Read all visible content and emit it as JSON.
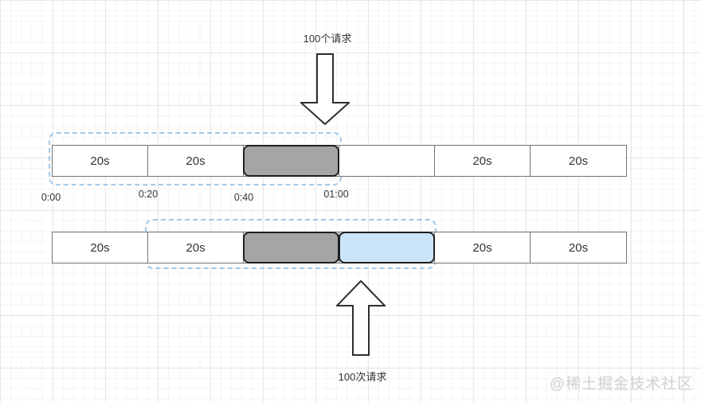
{
  "diagram": {
    "top_annotation": "100个请求",
    "bottom_annotation": "100次请求",
    "axis_ticks": [
      "0:00",
      "0:20",
      "0:40",
      "01:00"
    ],
    "bar_top": {
      "segments": [
        {
          "label": "20s",
          "variant": "plain"
        },
        {
          "label": "20s",
          "variant": "plain"
        },
        {
          "label": "",
          "variant": "gray-filled"
        },
        {
          "label": "",
          "variant": "plain"
        },
        {
          "label": "20s",
          "variant": "plain"
        },
        {
          "label": "20s",
          "variant": "plain"
        }
      ]
    },
    "bar_bottom": {
      "segments": [
        {
          "label": "20s",
          "variant": "plain"
        },
        {
          "label": "20s",
          "variant": "plain"
        },
        {
          "label": "",
          "variant": "gray-filled"
        },
        {
          "label": "",
          "variant": "blue-filled"
        },
        {
          "label": "20s",
          "variant": "plain"
        },
        {
          "label": "20s",
          "variant": "plain"
        }
      ]
    },
    "watermark": "@稀土掘金技术社区",
    "colors": {
      "gray_block_fill": "#a5a5a5",
      "blue_block_fill": "#cce4f7",
      "block_border": "#1f1f1f",
      "bar_border": "#737373",
      "dashed_window_border": "#a3c9ea",
      "label_text": "#333333",
      "watermark_text": "#d3d3d6"
    }
  }
}
